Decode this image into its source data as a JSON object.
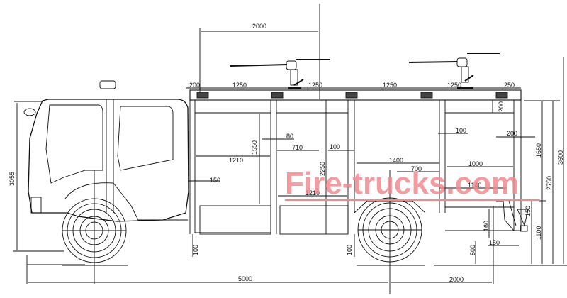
{
  "drawing": {
    "title": "Fire truck side elevation dimension drawing",
    "watermark": "Fire-trucks.com",
    "watermark_color": "#f08a8f",
    "line_color": "#111111"
  },
  "dimensions": {
    "top": {
      "monitor_spacing": "2000",
      "seg_200": "200",
      "seg_1250_a": "1250",
      "seg_1250_b": "1250",
      "seg_1250_c": "1250",
      "seg_1250_d": "1250",
      "seg_250": "250"
    },
    "body": {
      "front_compartment_height": "1550",
      "front_compartment_width": "1210",
      "front_gap": "150",
      "mid_80": "80",
      "mid_710": "710",
      "mid_100": "100",
      "mid_height_2250": "2250",
      "mid_width_1210": "1210",
      "rear_1400": "1400",
      "rear_700": "700",
      "rear_100": "100",
      "rear_1000": "1000",
      "rear_200_top": "200",
      "rear_200_side": "200",
      "rear_1140": "1140",
      "rear_160": "160",
      "rear_150_step": "150",
      "rear_150_h": "150",
      "rear_500": "500",
      "clearance_100_a": "100",
      "clearance_100_b": "100"
    },
    "overall": {
      "cab_height": "3055",
      "height_1650": "1650",
      "height_2750": "2750",
      "height_3600": "3600",
      "height_1100": "1100",
      "wheelbase": "5000",
      "rear_overhang": "2000"
    }
  }
}
